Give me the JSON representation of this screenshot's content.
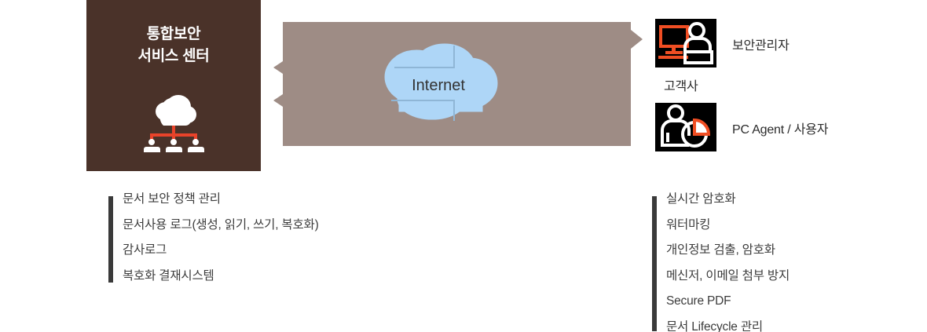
{
  "diagram": {
    "center_panel": {
      "title": "통합보안\n서비스 센터",
      "icon": "cloud-network-users-icon",
      "background_color": "#4A3229",
      "title_color": "#FFFFFF"
    },
    "network": {
      "band_color": "#9E8C85",
      "cloud_label": "Internet",
      "cloud_color": "#AFD5F5",
      "cloud_icon": "internet-cloud-icon",
      "arrow_count_left": 2,
      "arrow_count_right": 2
    },
    "nodes": [
      {
        "id": "security-admin",
        "label": "보안관리자",
        "icon": "monitor-admin-icon",
        "icon_background": "#000000",
        "icon_accent": "#F04E23"
      },
      {
        "id": "pc-agent-user",
        "label": "PC Agent / 사용자",
        "icon": "user-agent-clock-icon",
        "icon_background": "#000000",
        "icon_accent": "#F04E23"
      }
    ],
    "customer_label": "고객사",
    "center_features": {
      "accent_color": "#3A3A3A",
      "items": [
        "문서 보안 정책 관리",
        "문서사용 로그(생성, 읽기, 쓰기, 복호화)",
        "감사로그",
        "복호화 결재시스템"
      ]
    },
    "client_features": {
      "accent_color": "#3A3A3A",
      "items": [
        "실시간 암호화",
        "워터마킹",
        "개인정보 검출, 암호화",
        "메신저, 이메일 첨부 방지",
        "Secure PDF",
        "문서 Lifecycle 관리"
      ]
    }
  }
}
